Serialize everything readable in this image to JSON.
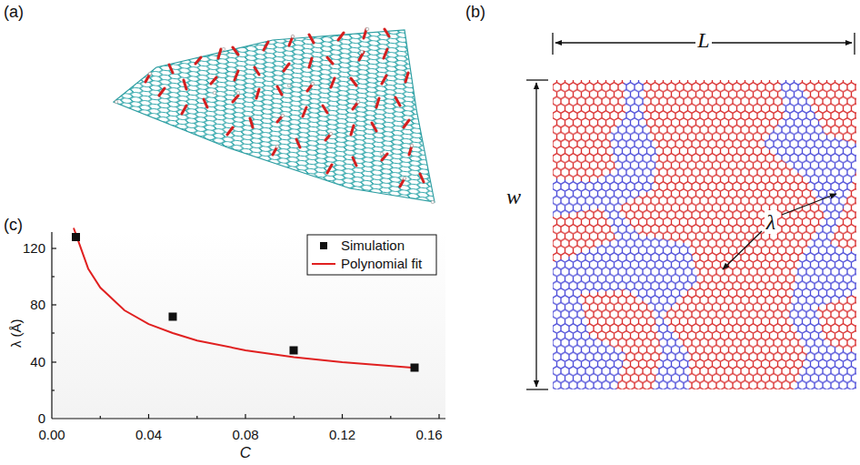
{
  "diagram": {
    "labels": [
      "(a)",
      "(b)",
      "(c)",
      "L",
      "w",
      "λ",
      "120",
      "80",
      "40",
      "0",
      "0.00",
      "0.04",
      "0.08",
      "0.12",
      "0.16",
      "λ (Å)",
      "C"
    ],
    "legend": [
      {
        "text": "Simulation"
      },
      {
        "text": "Polynomial fit"
      }
    ]
  }
}
